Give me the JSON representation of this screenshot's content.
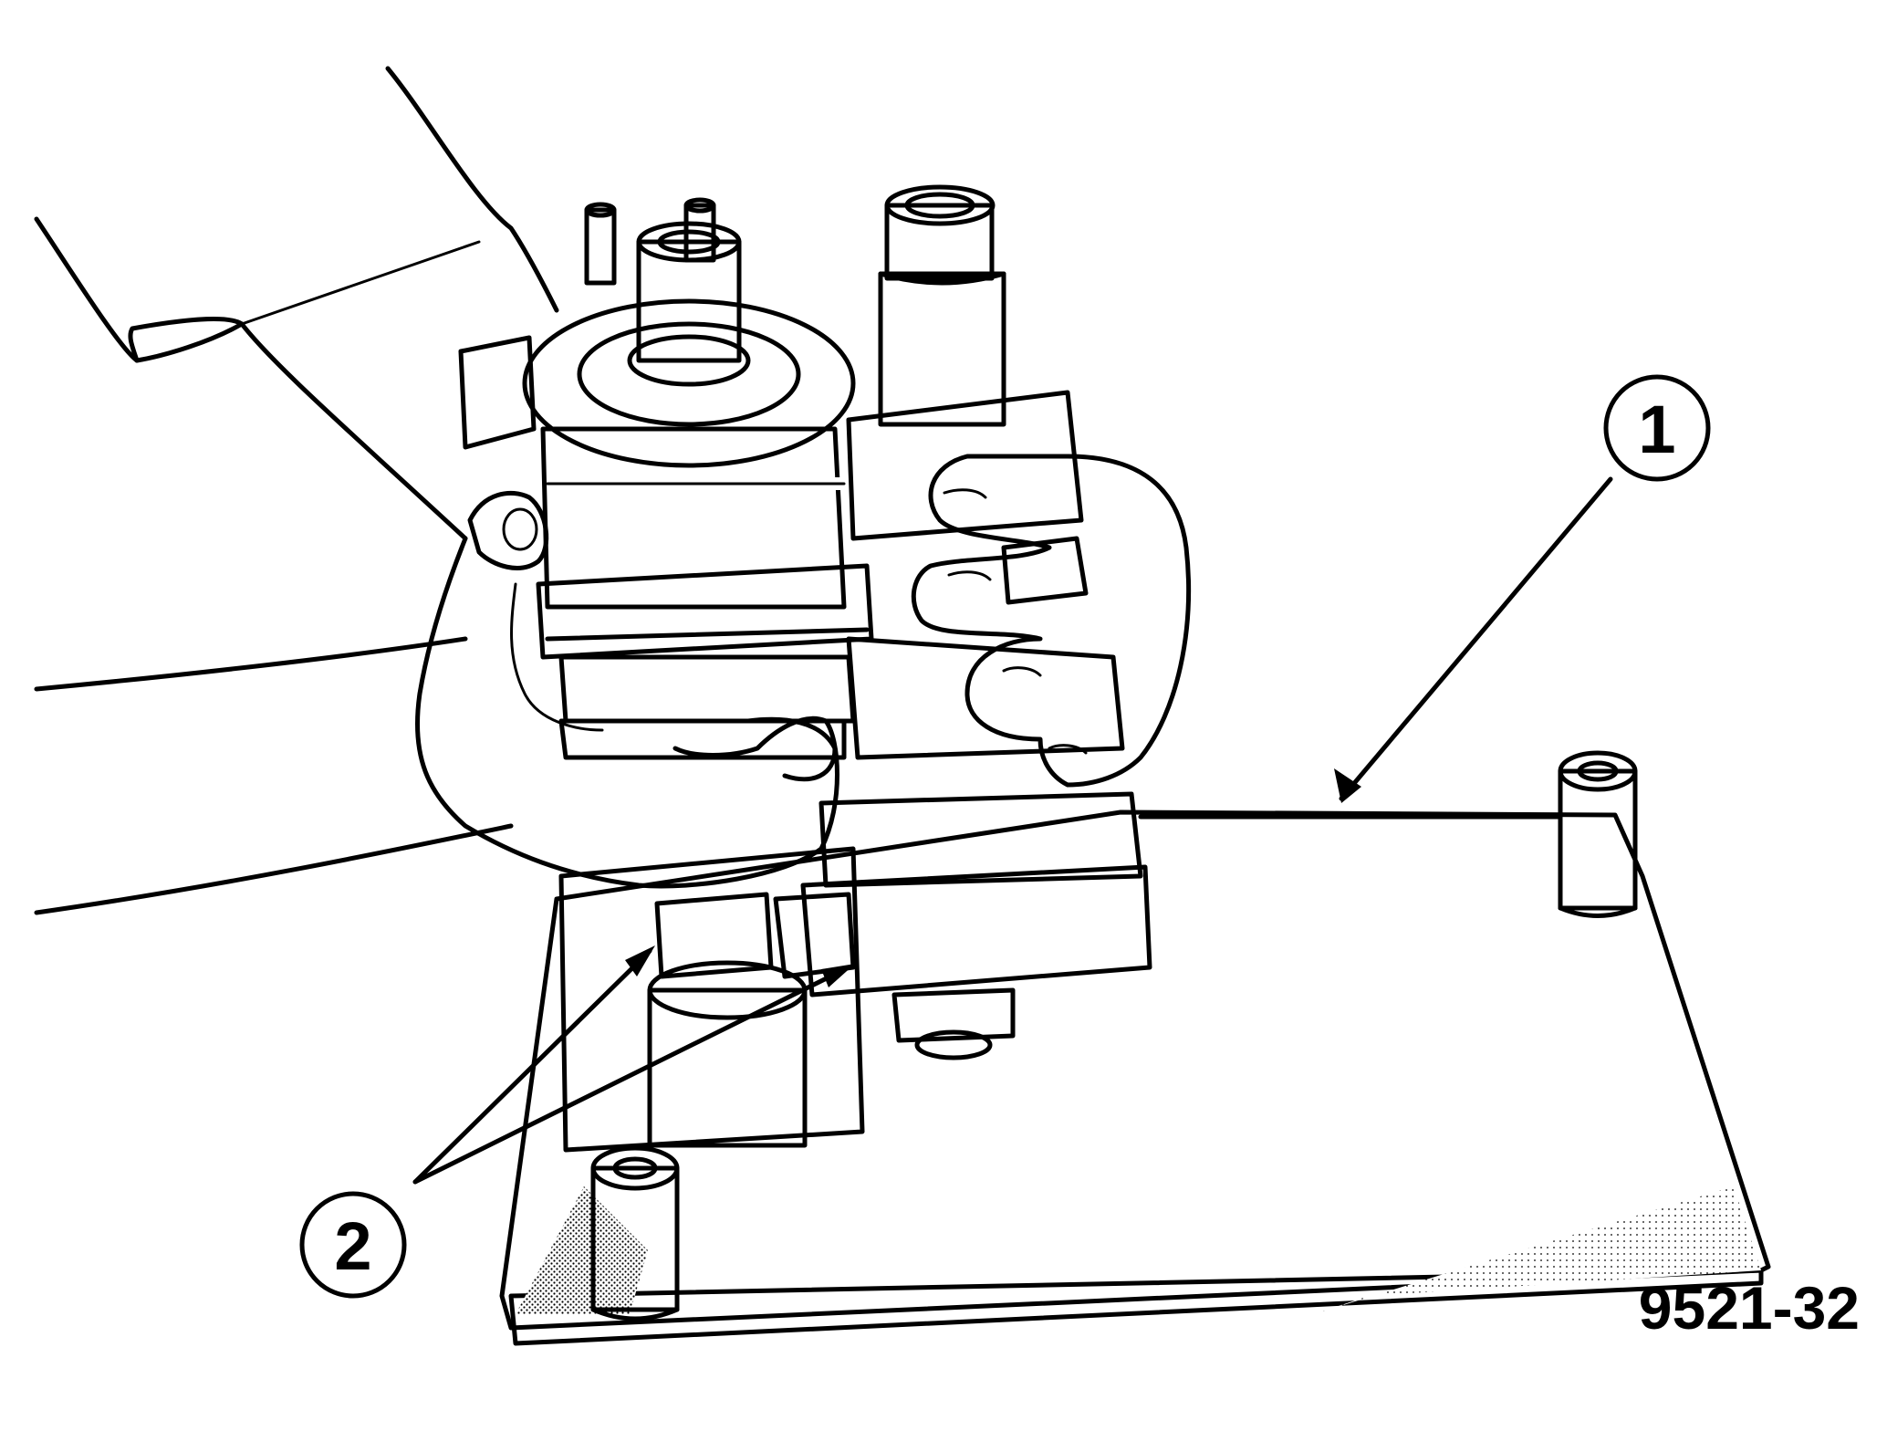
{
  "callouts": [
    {
      "number": "1"
    },
    {
      "number": "2"
    }
  ],
  "figure_id": "9521-32"
}
